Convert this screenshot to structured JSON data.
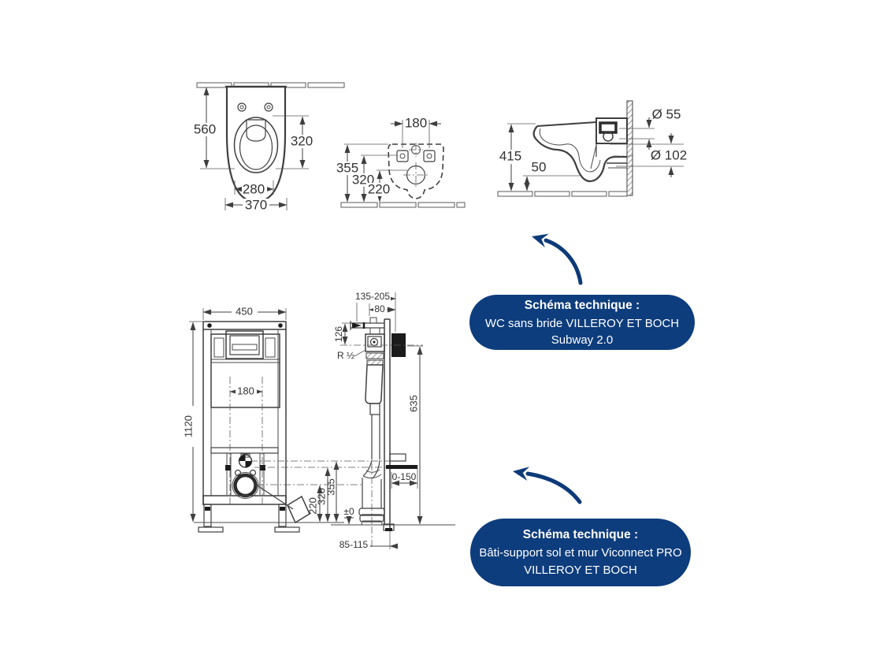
{
  "colors": {
    "line": "#3f3f3f",
    "label": "#333333",
    "badge_bg": "#0e3d7d",
    "badge_text": "#ffffff",
    "arrow": "#0d3a78"
  },
  "wc_front": {
    "height": "560",
    "seat_depth": "320",
    "bowl_width": "280",
    "width": "370"
  },
  "wc_top": {
    "fixing_spacing": "180",
    "depth_total": "355",
    "depth_seat": "320",
    "depth_bowl": "220"
  },
  "wc_side": {
    "height": "415",
    "clearance": "50",
    "flush_diameter": "Ø 55",
    "outlet_diameter": "Ø 102"
  },
  "frame_front": {
    "width": "450",
    "height": "1120",
    "fixing_spacing": "180",
    "outlet_height": "220",
    "supply_height": "320",
    "flush_height": "355"
  },
  "frame_side": {
    "depth_adjust": "135-205",
    "depth": "80",
    "top_offset": "126",
    "thread": "R ½",
    "cistern_height": "635",
    "outlet_adjust": "0-150",
    "floor_level": "±0",
    "outlet_depth": "85-115"
  },
  "badge_wc": {
    "title": "Schéma technique :",
    "line1": "WC sans bride VILLEROY ET BOCH Subway 2.0"
  },
  "badge_frame": {
    "title": "Schéma technique :",
    "line1": "Bâti-support sol et mur Viconnect PRO",
    "line2": "VILLEROY ET BOCH"
  }
}
